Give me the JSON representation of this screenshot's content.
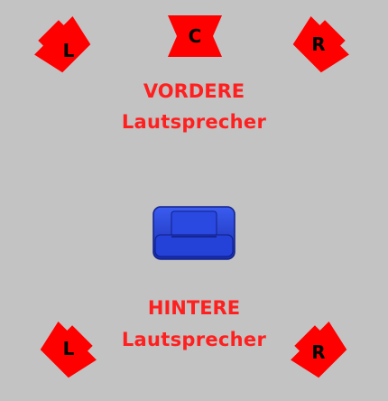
{
  "front": {
    "title": "VORDERE",
    "subtitle": "Lautsprecher",
    "speakers": {
      "left": "L",
      "center": "C",
      "right": "R"
    }
  },
  "rear": {
    "title": "HINTERE",
    "subtitle": "Lautsprecher",
    "speakers": {
      "left": "L",
      "right": "R"
    }
  },
  "colors": {
    "background": "#c3c3c3",
    "speaker": "#ff0000",
    "label": "#ff1f1f",
    "seat": "#1f3fd6"
  },
  "icons": {
    "seat": "armchair-icon"
  }
}
